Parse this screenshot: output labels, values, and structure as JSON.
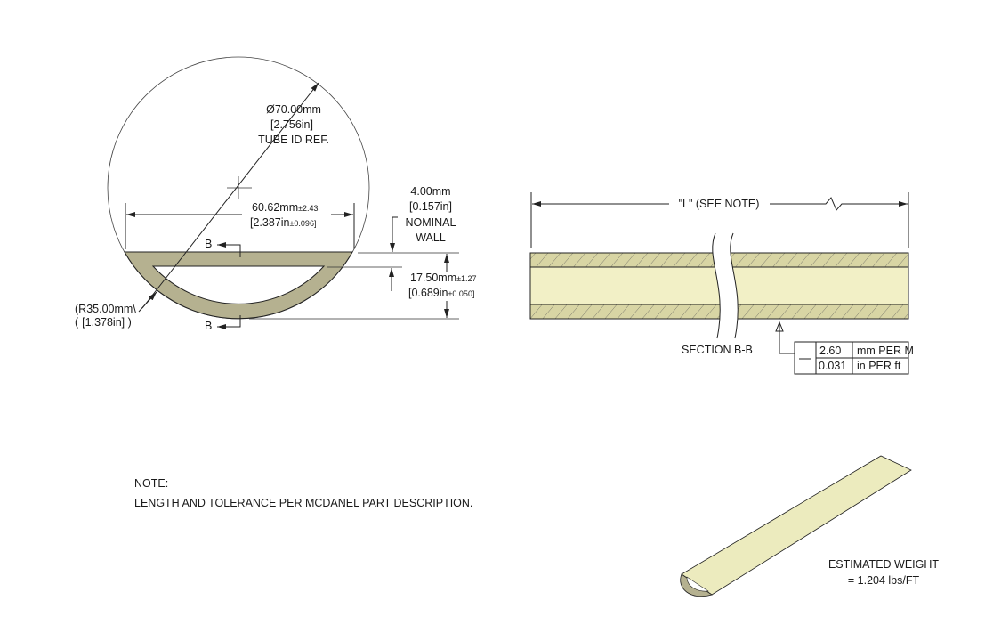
{
  "section_view": {
    "diameter": {
      "prefix": "Ø",
      "mm": "70.00mm",
      "inch": "[2.756in]",
      "label": "TUBE ID REF."
    },
    "chord": {
      "mm": "60.62mm",
      "mm_tol": "±2.43",
      "inch": "[2.387in",
      "inch_tol": "±0.096]"
    },
    "wall": {
      "mm": "4.00mm",
      "inch": "[0.157in]",
      "label1": "NOMINAL",
      "label2": "WALL"
    },
    "height": {
      "mm": "17.50mm",
      "mm_tol": "±1.27",
      "inch": "[0.689in",
      "inch_tol": "±0.050]"
    },
    "radius": {
      "mm": "R35.00mm",
      "inch": "[1.378in]"
    },
    "section_marker_top": "B",
    "section_marker_bottom": "B"
  },
  "side_view": {
    "length_label": "\"L\"  (SEE NOTE)",
    "section_label": "SECTION B-B",
    "straightness": {
      "symbol": "—",
      "row1_value": "2.60",
      "row1_unit": "mm PER M",
      "row2_value": "0.031",
      "row2_unit": "in PER ft"
    }
  },
  "note": {
    "title": "NOTE:",
    "text": "LENGTH AND TOLERANCE PER MCDANEL PART DESCRIPTION."
  },
  "weight": {
    "label": "ESTIMATED WEIGHT",
    "value": "= 1.204 lbs/FT"
  },
  "colors": {
    "section_fill": "#b5b190",
    "tube_body": "#f2f0c6",
    "tube_wall": "#d8d5a4"
  }
}
